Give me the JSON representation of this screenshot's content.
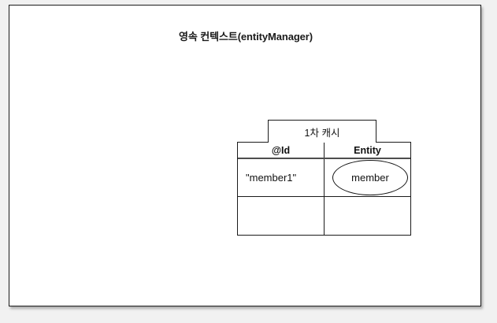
{
  "diagram": {
    "title": "영속 컨텍스트(entityManager)",
    "cache_box": {
      "label": "1차 캐시"
    },
    "table": {
      "columns": [
        {
          "key": "id",
          "header": "@Id"
        },
        {
          "key": "entity",
          "header": "Entity"
        }
      ],
      "rows": [
        {
          "id": "\"member1\"",
          "entity": "member"
        },
        {
          "id": "",
          "entity": ""
        }
      ]
    }
  },
  "colors": {
    "page_background": "#f1f1f1",
    "frame_background": "#ffffff",
    "frame_border": "#1b1b1b",
    "text": "#111111",
    "header_rule": "#4d4d4d"
  }
}
